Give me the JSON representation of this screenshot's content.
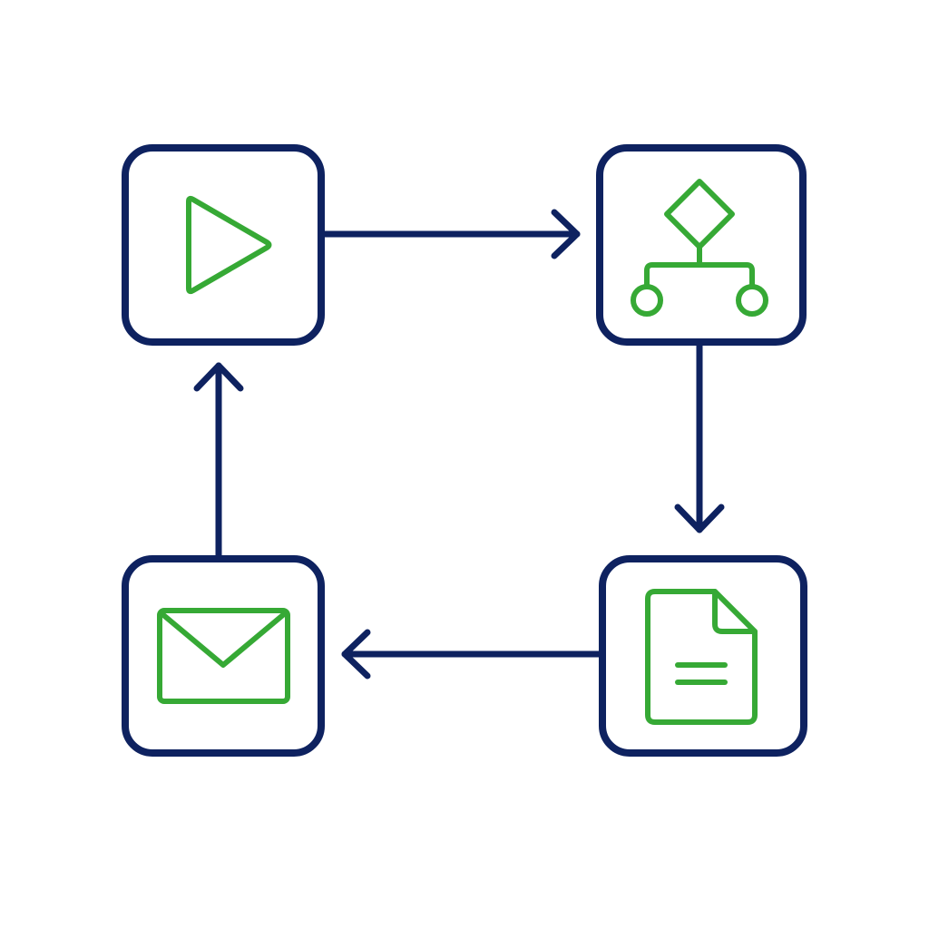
{
  "diagram": {
    "type": "cyclic-flow",
    "nodes": [
      {
        "id": "start",
        "icon": "play-icon"
      },
      {
        "id": "decision",
        "icon": "decision-branch-icon"
      },
      {
        "id": "document",
        "icon": "document-icon"
      },
      {
        "id": "email",
        "icon": "envelope-icon"
      }
    ],
    "edges": [
      {
        "from": "start",
        "to": "decision"
      },
      {
        "from": "decision",
        "to": "document"
      },
      {
        "from": "document",
        "to": "email"
      },
      {
        "from": "email",
        "to": "start"
      }
    ]
  },
  "colors": {
    "outline": "#0e2260",
    "icon": "#36a935",
    "background": "#ffffff"
  }
}
